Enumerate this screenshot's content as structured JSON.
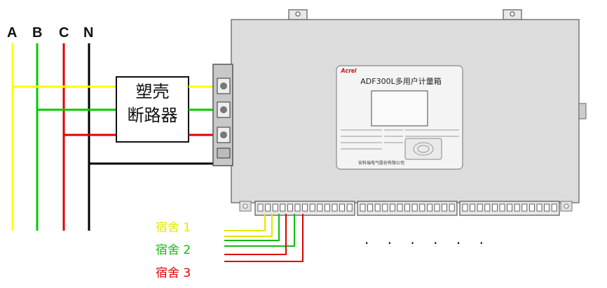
{
  "phases": [
    {
      "label": "A",
      "color": "#ffff00"
    },
    {
      "label": "B",
      "color": "#00cc00"
    },
    {
      "label": "C",
      "color": "#e00000"
    },
    {
      "label": "N",
      "color": "#000000"
    }
  ],
  "breaker": {
    "line1": "塑壳",
    "line2": "断路器"
  },
  "device": {
    "brand": "Acrel",
    "model_title": "ADF300L多用户计量箱",
    "footer": "安科瑞电气股份有限公司"
  },
  "rooms": [
    {
      "label": "宿舍 1",
      "color": "#e6e600"
    },
    {
      "label": "宿舍 2",
      "color": "#11bb11"
    },
    {
      "label": "宿舍 3",
      "color": "#dd0000"
    }
  ],
  "ellipsis": "· · · · · ·"
}
